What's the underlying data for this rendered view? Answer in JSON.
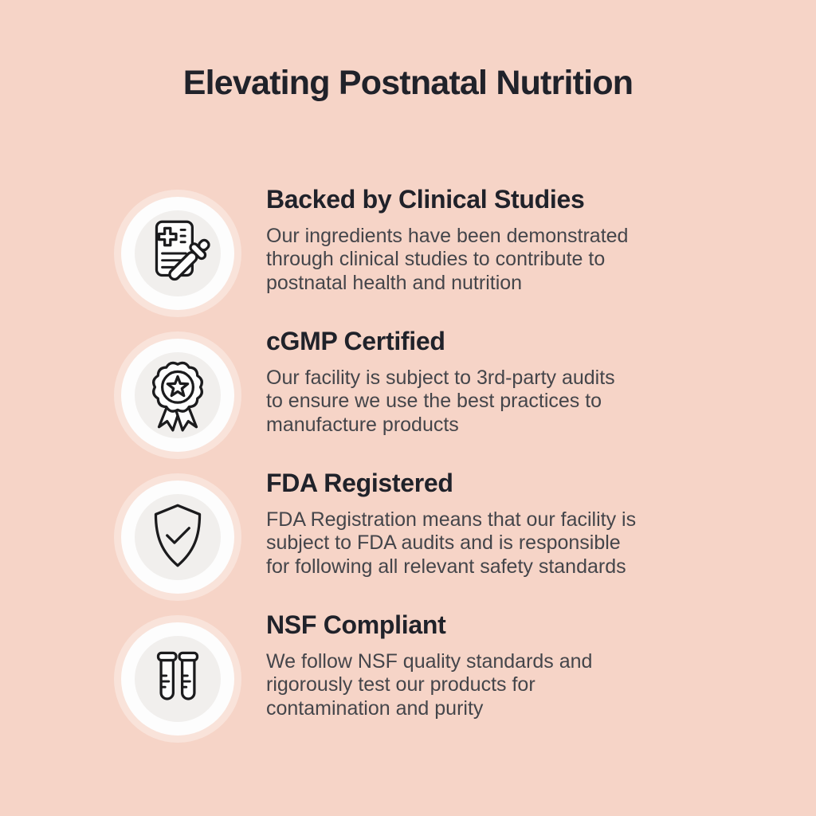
{
  "page": {
    "title": "Elevating Postnatal Nutrition"
  },
  "colors": {
    "background": "#f6d4c7",
    "heading": "#20222a",
    "body_text": "#44454a",
    "icon_stroke": "#1b1b1d",
    "circle_fill": "#fdfdfd",
    "circle_halo": "rgba(255,255,255,0.35)",
    "circle_inner": "#f1efed"
  },
  "sections": [
    {
      "icon": "clinical-document-dropper-icon",
      "heading": "Backed by Clinical Studies",
      "body": "Our ingredients have been demonstrated\nthrough clinical studies to contribute to\npostnatal health and nutrition"
    },
    {
      "icon": "medal-star-icon",
      "heading": "cGMP Certified",
      "body": "Our facility is subject to 3rd-party audits\nto ensure we use the best practices to\nmanufacture products"
    },
    {
      "icon": "shield-check-icon",
      "heading": "FDA Registered",
      "body": "FDA Registration means that our facility is\nsubject to FDA audits and is responsible\nfor following all relevant safety standards"
    },
    {
      "icon": "test-tubes-icon",
      "heading": "NSF Compliant",
      "body": "We follow NSF quality standards and\nrigorously test our products for\ncontamination and purity"
    }
  ]
}
